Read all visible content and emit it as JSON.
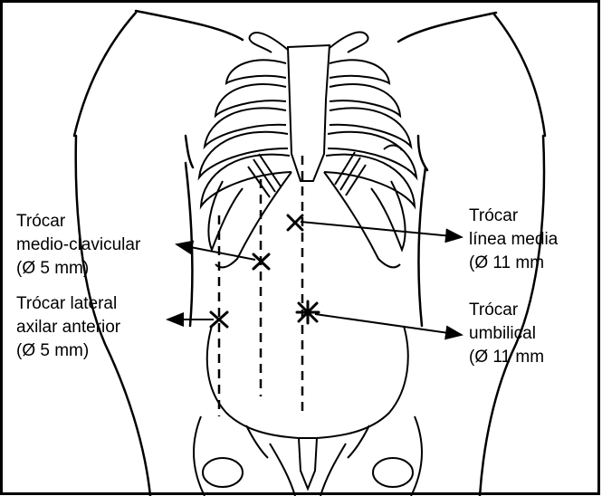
{
  "labels": {
    "medio_clavicular": [
      "Trócar",
      "medio-clavicular",
      "(Ø 5 mm)"
    ],
    "lateral_axilar": [
      "Trócar lateral",
      "axilar anterior",
      "(Ø 5 mm)"
    ],
    "linea_media": [
      "Trócar",
      "línea media",
      "(Ø 11 mm"
    ],
    "umbilical": [
      "Trócar",
      "umbilical",
      "(Ø 11 mm"
    ]
  },
  "colors": {
    "ink": "#000000",
    "background": "#ffffff"
  }
}
